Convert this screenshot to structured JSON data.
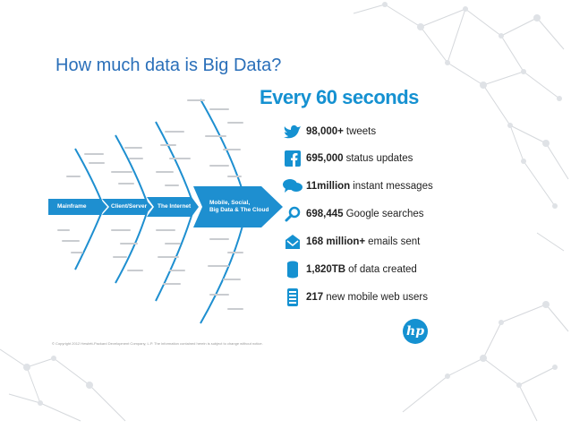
{
  "slide": {
    "title": "How much data is Big Data?"
  },
  "infographic": {
    "stages": [
      {
        "label": "Mainframe"
      },
      {
        "label": "Client/Server"
      },
      {
        "label": "The Internet"
      },
      {
        "label": "Mobile, Social,\nBig Data & The Cloud"
      }
    ],
    "headline": "Every 60 seconds",
    "stats": [
      {
        "icon": "twitter-bird-icon",
        "value": "98,000+",
        "text": "tweets"
      },
      {
        "icon": "facebook-icon",
        "value": "695,000",
        "text": "status updates"
      },
      {
        "icon": "chat-bubbles-icon",
        "value": "11million",
        "text": "instant messages"
      },
      {
        "icon": "magnifier-icon",
        "value": "698,445",
        "text": "Google searches"
      },
      {
        "icon": "email-icon",
        "value": "168 million+",
        "text": "emails sent"
      },
      {
        "icon": "database-icon",
        "value": "1,820TB",
        "text": "of data created"
      },
      {
        "icon": "mobile-phone-icon",
        "value": "217",
        "text": "new mobile web users"
      }
    ],
    "copyright": "© Copyright 2012 Hewlett-Packard Development Company, L.P. The information contained herein is subject to change without notice.",
    "logo": "hp",
    "colors": {
      "accent": "#1591d1",
      "title": "#2a6fb9",
      "arrow": "#1e8fd0"
    }
  }
}
